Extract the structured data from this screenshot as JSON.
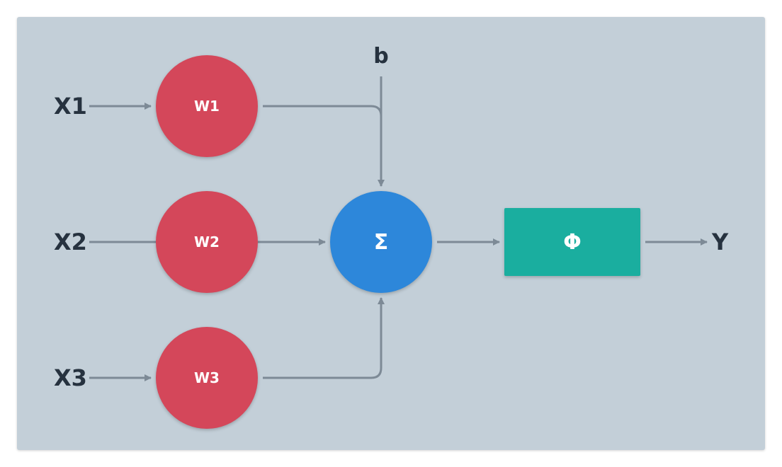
{
  "diagram": {
    "inputs": [
      "X1",
      "X2",
      "X3"
    ],
    "weights": [
      "W1",
      "W2",
      "W3"
    ],
    "bias": "b",
    "summation": "Σ",
    "activation": "Φ",
    "output": "Y"
  },
  "colors": {
    "panel_background": "#c3cfd8",
    "weight_node": "#d4475a",
    "summation_node": "#2d87da",
    "activation_box": "#1aae9f",
    "connector": "#7d8a96",
    "label_text": "#26323f"
  }
}
